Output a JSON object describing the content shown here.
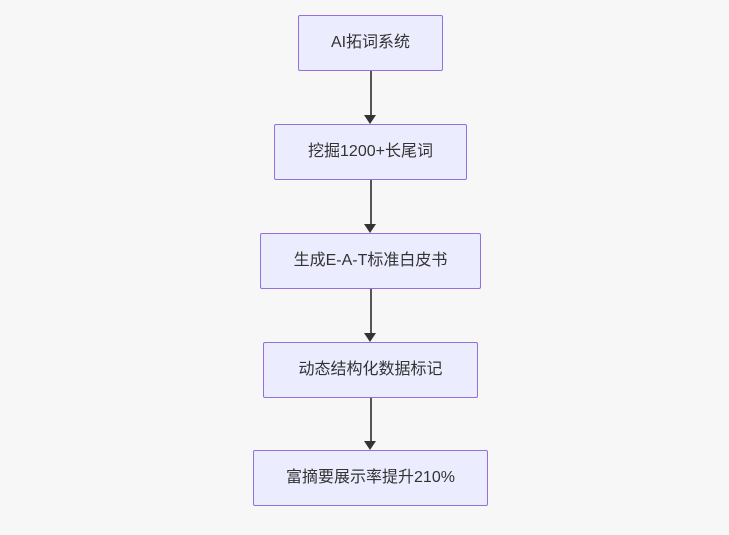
{
  "diagram": {
    "type": "flowchart",
    "direction": "top-to-bottom",
    "nodes": [
      {
        "id": "node-1",
        "label": "AI拓词系统"
      },
      {
        "id": "node-2",
        "label": "挖掘1200+长尾词"
      },
      {
        "id": "node-3",
        "label": "生成E-A-T标准白皮书"
      },
      {
        "id": "node-4",
        "label": "动态结构化数据标记"
      },
      {
        "id": "node-5",
        "label": "富摘要展示率提升210%"
      }
    ],
    "edges": [
      {
        "from": "node-1",
        "to": "node-2"
      },
      {
        "from": "node-2",
        "to": "node-3"
      },
      {
        "from": "node-3",
        "to": "node-4"
      },
      {
        "from": "node-4",
        "to": "node-5"
      }
    ],
    "colors": {
      "node_fill": "#ECECFF",
      "node_border": "#9370DB",
      "text_color": "#333333",
      "edge_color": "#555555",
      "arrowhead_color": "#333333",
      "background": "#F7F7F7"
    }
  }
}
